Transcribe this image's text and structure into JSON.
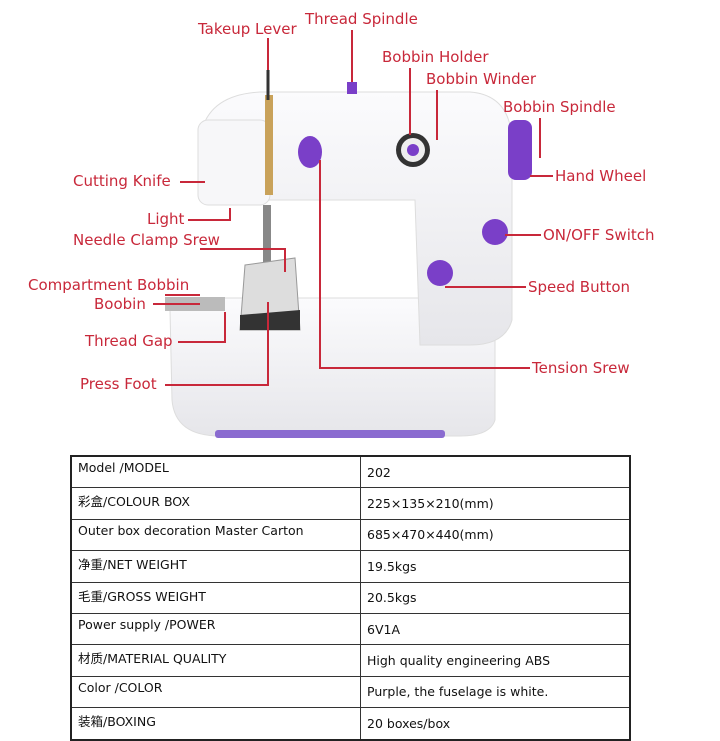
{
  "diagram": {
    "labels": {
      "takeup_lever": "Takeup Lever",
      "thread_spindle": "Thread Spindle",
      "bobbin_holder": "Bobbin Holder",
      "bobbin_winder": "Bobbin Winder",
      "bobbin_spindle": "Bobbin Spindle",
      "hand_wheel": "Hand Wheel",
      "on_off_switch": "ON/OFF Switch",
      "speed_button": "Speed Button",
      "tension_srew": "Tension Srew",
      "cutting_knife": "Cutting Knife",
      "light": "Light",
      "needle_clamp_srew": "Needle Clamp Srew",
      "compartment_bobbin": "Compartment Bobbin",
      "boobin": "Boobin",
      "thread_gap": "Thread Gap",
      "press_foot": "Press Foot"
    },
    "colors": {
      "label": "#c8283a",
      "accent": "#7a3fc8",
      "body": "#f4f4f6"
    }
  },
  "spec_table": {
    "rows": [
      {
        "key": "Model /MODEL",
        "value": "202"
      },
      {
        "key": "彩盒/COLOUR BOX",
        "value": "225×135×210(mm)"
      },
      {
        "key": "Outer box decoration Master Carton",
        "value": "685×470×440(mm)"
      },
      {
        "key": "净重/NET WEIGHT",
        "value": "19.5kgs"
      },
      {
        "key": "毛重/GROSS WEIGHT",
        "value": "20.5kgs"
      },
      {
        "key": "Power supply /POWER",
        "value": "6V1A"
      },
      {
        "key": "材质/MATERIAL QUALITY",
        "value": "High quality engineering ABS"
      },
      {
        "key": "Color /COLOR",
        "value": "Purple, the fuselage is white."
      },
      {
        "key": "装箱/BOXING",
        "value": "20 boxes/box"
      }
    ]
  }
}
